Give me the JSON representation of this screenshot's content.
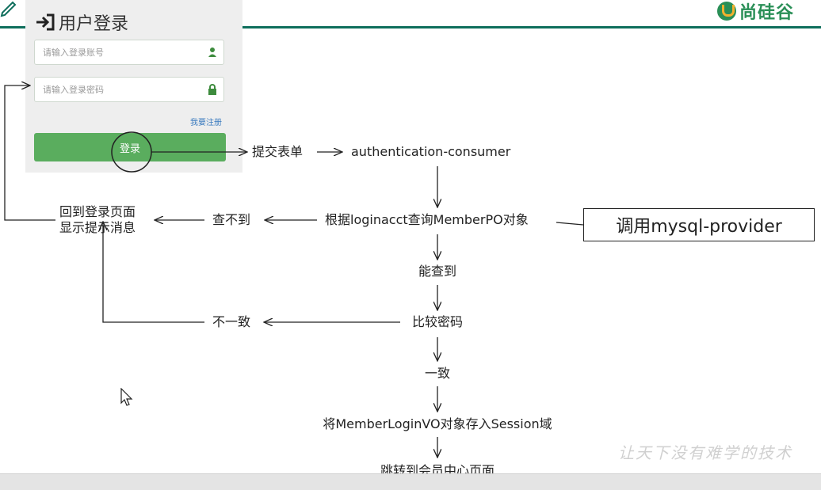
{
  "brand": {
    "logo_text": "尚硅谷"
  },
  "login": {
    "title": "用户登录",
    "account_placeholder": "请输入登录账号",
    "password_placeholder": "请输入登录密码",
    "register_link": "我要注册",
    "login_button": "登录"
  },
  "flow": {
    "submit_form": "提交表单",
    "consumer": "authentication-consumer",
    "query_member": "根据loginacct查询MemberPO对象",
    "not_found": "查不到",
    "back_to_login_line1": "回到登录页面",
    "back_to_login_line2": "显示提示消息",
    "found": "能查到",
    "compare_password": "比较密码",
    "mismatch": "不一致",
    "match": "一致",
    "store_session": "将MemberLoginVO对象存入Session域",
    "redirect_center": "跳转到会员中心页面",
    "callout_provider": "调用mysql-provider"
  },
  "watermark": "让天下没有难学的技术",
  "colors": {
    "accent_line": "#0e6e5c",
    "login_button": "#5aad5e",
    "brand_green": "#2a8f57",
    "link": "#3b7bbf"
  }
}
